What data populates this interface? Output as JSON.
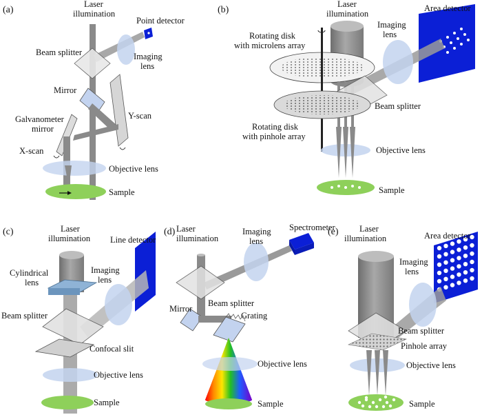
{
  "panels": {
    "a": {
      "tag": "(a)",
      "laser_line1": "Laser",
      "laser_line2": "illumination",
      "point_detector": "Point detector",
      "beam_splitter": "Beam splitter",
      "imaging_line1": "Imaging",
      "imaging_line2": "lens",
      "mirror": "Mirror",
      "galvo_line1": "Galvanometer",
      "galvo_line2": "mirror",
      "y_scan": "Y-scan",
      "x_scan": "X-scan",
      "objective": "Objective lens",
      "sample": "Sample"
    },
    "b": {
      "tag": "(b)",
      "laser_line1": "Laser",
      "laser_line2": "illumination",
      "imaging_line1": "Imaging",
      "imaging_line2": "lens",
      "area_detector": "Area detector",
      "disk1_line1": "Rotating disk",
      "disk1_line2": "with microlens array",
      "beam_splitter": "Beam splitter",
      "disk2_line1": "Rotating disk",
      "disk2_line2": "with pinhole array",
      "objective": "Objective lens",
      "sample": "Sample"
    },
    "c": {
      "tag": "(c)",
      "laser_line1": "Laser",
      "laser_line2": "illumination",
      "line_detector": "Line detector",
      "cyl_line1": "Cylindrical",
      "cyl_line2": "lens",
      "imaging_line1": "Imaging",
      "imaging_line2": "lens",
      "beam_splitter": "Beam splitter",
      "slit": "Confocal slit",
      "objective": "Objective lens",
      "sample": "Sample"
    },
    "d": {
      "tag": "(d)",
      "laser_line1": "Laser",
      "laser_line2": "illumination",
      "imaging_line1": "Imaging",
      "imaging_line2": "lens",
      "spectrometer": "Spectrometer",
      "beam_splitter": "Beam splitter",
      "mirror": "Mirror",
      "grating": "Grating",
      "objective": "Objective lens",
      "sample": "Sample"
    },
    "e": {
      "tag": "(e)",
      "laser_line1": "Laser",
      "laser_line2": "illumination",
      "area_detector": "Area detector",
      "imaging_line1": "Imaging",
      "imaging_line2": "lens",
      "beam_splitter": "Beam splitter",
      "pinhole": "Pinhole array",
      "objective": "Objective lens",
      "sample": "Sample"
    }
  },
  "colors": {
    "sample_green": "#8ed05a",
    "lens_blue": "#c3d3ef",
    "detector_blue": "#0b1fd6",
    "cyl_lens_blue": "#8fb3d6",
    "beam_gray": "#8a8a8a"
  }
}
